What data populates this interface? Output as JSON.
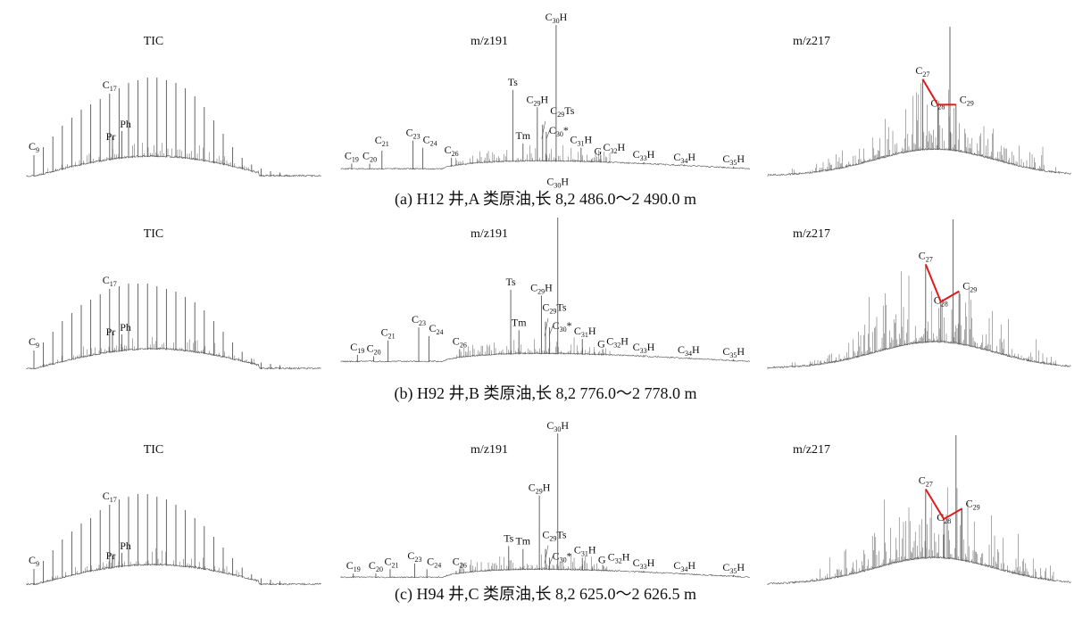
{
  "figure": {
    "captions": [
      "(a) H12 井,A 类原油,长 8,2 486.0～2 490.0 m",
      "(b) H92 井,B 类原油,长 8,2 776.0～2 778.0 m",
      "(c) H94 井,C 类原油,长 8,2 625.0～2 626.5 m"
    ]
  },
  "colors": {
    "trace": "#555555",
    "steranes_line": "#e0191b"
  },
  "chart_data": [
    {
      "type": "line",
      "row": "a",
      "title": "TIC",
      "alkane_carbon_range": [
        9,
        35
      ],
      "alkane_intensity": [
        16,
        22,
        30,
        38,
        44,
        50,
        54,
        58,
        62,
        66,
        70,
        72,
        74,
        74,
        72,
        70,
        66,
        60,
        52,
        42,
        32,
        22,
        14,
        9,
        6,
        4,
        3
      ],
      "labels": [
        {
          "t": "C",
          "s": "9",
          "e": "",
          "carbon": 9
        },
        {
          "t": "C",
          "s": "17",
          "e": "",
          "carbon": 17
        },
        {
          "t": "Pr",
          "s": "",
          "e": "",
          "carbon": 17.3,
          "intensity": 30
        },
        {
          "t": "Ph",
          "s": "",
          "e": "",
          "carbon": 18.3,
          "intensity": 34
        }
      ]
    },
    {
      "type": "line",
      "row": "a",
      "title": "m/z191",
      "xrange": [
        0,
        100
      ],
      "yrange": [
        0,
        100
      ],
      "peaks": [
        {
          "t": "C",
          "s": "19",
          "e": "",
          "rt": 2.6,
          "i": 4
        },
        {
          "t": "C",
          "s": "20",
          "e": "",
          "rt": 7,
          "i": 4
        },
        {
          "t": "C",
          "s": "21",
          "e": "",
          "rt": 10,
          "i": 13
        },
        {
          "t": "C",
          "s": "23",
          "e": "",
          "rt": 17.6,
          "i": 20
        },
        {
          "t": "C",
          "s": "24",
          "e": "",
          "rt": 20,
          "i": 15
        },
        {
          "t": "C",
          "s": "26",
          "e": "",
          "rt": 27,
          "i": 8
        },
        {
          "t": "Ts",
          "s": "",
          "e": "",
          "rt": 42,
          "i": 55
        },
        {
          "t": "Tm",
          "s": "",
          "e": "",
          "rt": 44.5,
          "i": 18
        },
        {
          "t": "C",
          "s": "29",
          "e": "H",
          "rt": 48,
          "i": 43
        },
        {
          "t": "C",
          "s": "29",
          "e": "Ts",
          "rt": 49.3,
          "i": 31
        },
        {
          "t": "C",
          "s": "30",
          "e": "*",
          "rt": 50.2,
          "i": 26
        },
        {
          "t": "C",
          "s": "30",
          "e": "H",
          "rt": 52.6,
          "i": 100
        },
        {
          "t": "C",
          "s": "31",
          "e": "H",
          "rt": 58.7,
          "i": 15
        },
        {
          "t": "G",
          "s": "",
          "e": "",
          "rt": 61.2,
          "i": 7
        },
        {
          "t": "C",
          "s": "32",
          "e": "H",
          "rt": 63.5,
          "i": 10
        },
        {
          "t": "C",
          "s": "33",
          "e": "H",
          "rt": 74,
          "i": 5
        },
        {
          "t": "C",
          "s": "34",
          "e": "H",
          "rt": 84,
          "i": 3
        },
        {
          "t": "C",
          "s": "35",
          "e": "H",
          "rt": 96,
          "i": 2
        }
      ]
    },
    {
      "type": "line",
      "row": "a",
      "title": "m/z217",
      "xrange": [
        0,
        100
      ],
      "yrange": [
        0,
        100
      ],
      "peaks": [
        {
          "t": "C",
          "s": "27",
          "e": "",
          "rt": 51,
          "i": 65
        },
        {
          "t": "C",
          "s": "28",
          "e": "",
          "rt": 56,
          "i": 48
        },
        {
          "t": "C",
          "s": "29",
          "e": "",
          "rt": 62,
          "i": 48
        }
      ],
      "max_peak_rt": 60,
      "max_peak_i": 100
    },
    {
      "type": "line",
      "row": "b",
      "title": "TIC",
      "alkane_carbon_range": [
        9,
        35
      ],
      "alkane_intensity": [
        14,
        20,
        28,
        36,
        42,
        48,
        52,
        56,
        60,
        62,
        64,
        64,
        64,
        62,
        60,
        58,
        54,
        50,
        44,
        36,
        28,
        20,
        13,
        8,
        5,
        4,
        3
      ],
      "labels": [
        {
          "t": "C",
          "s": "9",
          "e": "",
          "carbon": 9
        },
        {
          "t": "C",
          "s": "17",
          "e": "",
          "carbon": 17
        },
        {
          "t": "Pr",
          "s": "",
          "e": "",
          "carbon": 17.3,
          "intensity": 28
        },
        {
          "t": "Ph",
          "s": "",
          "e": "",
          "carbon": 18.3,
          "intensity": 26
        }
      ]
    },
    {
      "type": "line",
      "row": "b",
      "title": "m/z191",
      "xrange": [
        0,
        100
      ],
      "yrange": [
        0,
        100
      ],
      "peaks": [
        {
          "t": "C",
          "s": "19",
          "e": "",
          "rt": 4,
          "i": 5
        },
        {
          "t": "C",
          "s": "20",
          "e": "",
          "rt": 8,
          "i": 4
        },
        {
          "t": "C",
          "s": "21",
          "e": "",
          "rt": 11.5,
          "i": 15
        },
        {
          "t": "C",
          "s": "23",
          "e": "",
          "rt": 19,
          "i": 24
        },
        {
          "t": "C",
          "s": "24",
          "e": "",
          "rt": 21.5,
          "i": 18
        },
        {
          "t": "C",
          "s": "26",
          "e": "",
          "rt": 29,
          "i": 9
        },
        {
          "t": "Ts",
          "s": "",
          "e": "",
          "rt": 41.5,
          "i": 50
        },
        {
          "t": "Tm",
          "s": "",
          "e": "",
          "rt": 43.5,
          "i": 22
        },
        {
          "t": "C",
          "s": "29",
          "e": "H",
          "rt": 49,
          "i": 46
        },
        {
          "t": "C",
          "s": "29",
          "e": "Ts",
          "rt": 50,
          "i": 28
        },
        {
          "t": "C",
          "s": "30",
          "e": "*",
          "rt": 51,
          "i": 24
        },
        {
          "t": "C",
          "s": "30",
          "e": "H",
          "rt": 53,
          "i": 100
        },
        {
          "t": "C",
          "s": "31",
          "e": "H",
          "rt": 59,
          "i": 16
        },
        {
          "t": "G",
          "s": "",
          "e": "",
          "rt": 62,
          "i": 7
        },
        {
          "t": "C",
          "s": "32",
          "e": "H",
          "rt": 64,
          "i": 9
        },
        {
          "t": "C",
          "s": "33",
          "e": "H",
          "rt": 74,
          "i": 5
        },
        {
          "t": "C",
          "s": "34",
          "e": "H",
          "rt": 85,
          "i": 3
        },
        {
          "t": "C",
          "s": "35",
          "e": "H",
          "rt": 96,
          "i": 2
        }
      ]
    },
    {
      "type": "line",
      "row": "b",
      "title": "m/z217",
      "xrange": [
        0,
        100
      ],
      "yrange": [
        0,
        100
      ],
      "peaks": [
        {
          "t": "C",
          "s": "27",
          "e": "",
          "rt": 52,
          "i": 70
        },
        {
          "t": "C",
          "s": "28",
          "e": "",
          "rt": 57,
          "i": 45
        },
        {
          "t": "C",
          "s": "29",
          "e": "",
          "rt": 63,
          "i": 52
        }
      ],
      "max_peak_rt": 61,
      "max_peak_i": 100
    },
    {
      "type": "line",
      "row": "c",
      "title": "TIC",
      "alkane_carbon_range": [
        9,
        35
      ],
      "alkane_intensity": [
        12,
        18,
        26,
        34,
        40,
        46,
        50,
        56,
        60,
        64,
        66,
        68,
        68,
        66,
        64,
        60,
        56,
        50,
        44,
        36,
        28,
        20,
        13,
        8,
        5,
        4,
        3
      ],
      "labels": [
        {
          "t": "C",
          "s": "9",
          "e": "",
          "carbon": 9
        },
        {
          "t": "C",
          "s": "17",
          "e": "",
          "carbon": 17
        },
        {
          "t": "Pr",
          "s": "",
          "e": "",
          "carbon": 17.3,
          "intensity": 22
        },
        {
          "t": "Ph",
          "s": "",
          "e": "",
          "carbon": 18.3,
          "intensity": 24
        }
      ]
    },
    {
      "type": "line",
      "row": "c",
      "title": "m/z191",
      "xrange": [
        0,
        100
      ],
      "yrange": [
        0,
        100
      ],
      "peaks": [
        {
          "t": "C",
          "s": "19",
          "e": "",
          "rt": 3,
          "i": 3
        },
        {
          "t": "C",
          "s": "20",
          "e": "",
          "rt": 8.5,
          "i": 3
        },
        {
          "t": "C",
          "s": "21",
          "e": "",
          "rt": 12,
          "i": 6
        },
        {
          "t": "C",
          "s": "23",
          "e": "",
          "rt": 18,
          "i": 10
        },
        {
          "t": "C",
          "s": "24",
          "e": "",
          "rt": 21,
          "i": 6
        },
        {
          "t": "C",
          "s": "26",
          "e": "",
          "rt": 29,
          "i": 6
        },
        {
          "t": "Ts",
          "s": "",
          "e": "",
          "rt": 41,
          "i": 22
        },
        {
          "t": "Tm",
          "s": "",
          "e": "",
          "rt": 44.5,
          "i": 20
        },
        {
          "t": "C",
          "s": "29",
          "e": "H",
          "rt": 48.5,
          "i": 57
        },
        {
          "t": "C",
          "s": "29",
          "e": "Ts",
          "rt": 50,
          "i": 20
        },
        {
          "t": "C",
          "s": "30",
          "e": "*",
          "rt": 51,
          "i": 14
        },
        {
          "t": "C",
          "s": "30",
          "e": "H",
          "rt": 53,
          "i": 100
        },
        {
          "t": "C",
          "s": "31",
          "e": "H",
          "rt": 59,
          "i": 14
        },
        {
          "t": "G",
          "s": "",
          "e": "",
          "rt": 61.5,
          "i": 7
        },
        {
          "t": "C",
          "s": "32",
          "e": "H",
          "rt": 64,
          "i": 9
        },
        {
          "t": "C",
          "s": "33",
          "e": "H",
          "rt": 74,
          "i": 5
        },
        {
          "t": "C",
          "s": "34",
          "e": "H",
          "rt": 84,
          "i": 3
        },
        {
          "t": "C",
          "s": "35",
          "e": "H",
          "rt": 96,
          "i": 2
        }
      ]
    },
    {
      "type": "line",
      "row": "c",
      "title": "m/z217",
      "xrange": [
        0,
        100
      ],
      "yrange": [
        0,
        100
      ],
      "peaks": [
        {
          "t": "C",
          "s": "27",
          "e": "",
          "rt": 52,
          "i": 64
        },
        {
          "t": "C",
          "s": "28",
          "e": "",
          "rt": 58,
          "i": 44
        },
        {
          "t": "C",
          "s": "29",
          "e": "",
          "rt": 64,
          "i": 51
        }
      ],
      "max_peak_rt": 62,
      "max_peak_i": 100
    }
  ]
}
